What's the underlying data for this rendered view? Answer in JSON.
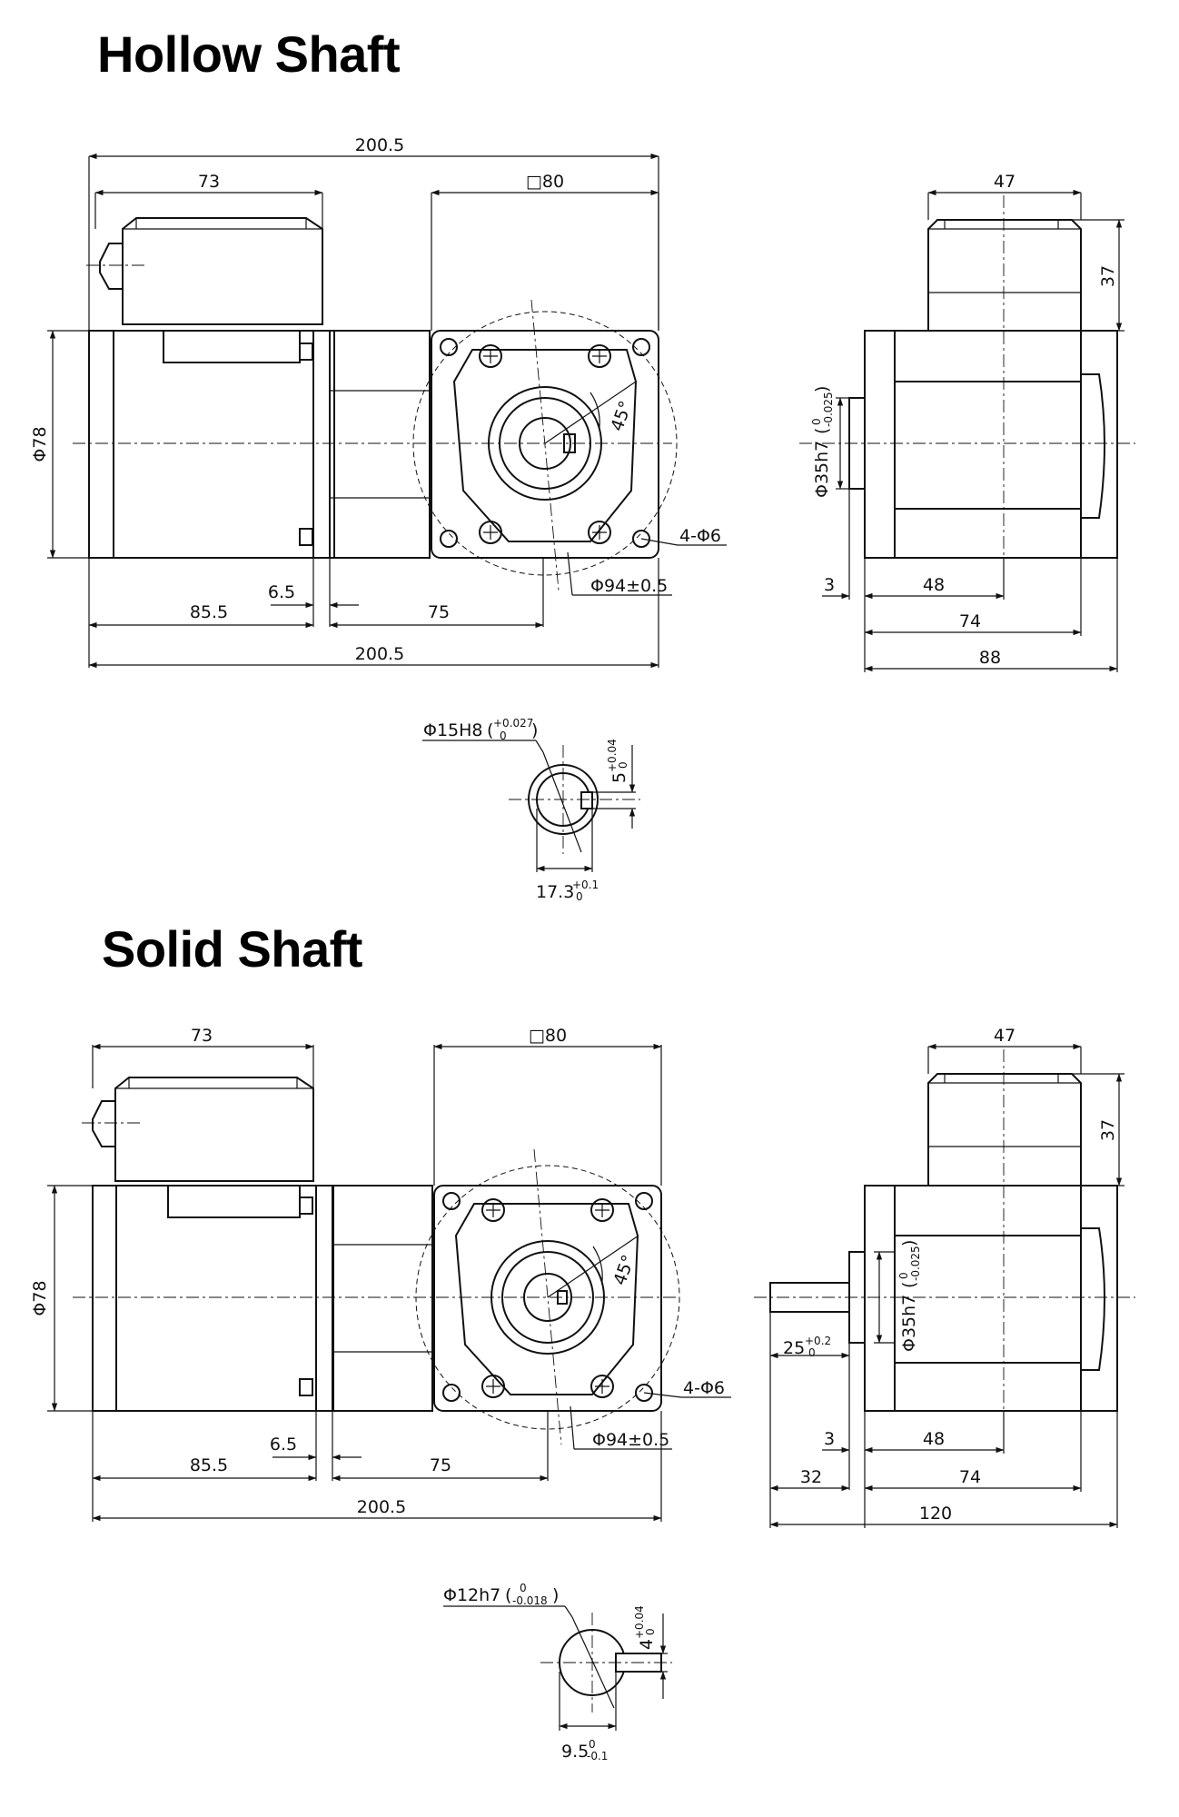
{
  "sections": {
    "hollow_title": "Hollow Shaft",
    "solid_title": "Solid Shaft"
  },
  "hollow": {
    "overall_top": "200.5",
    "gearbox_top": "73",
    "square": "□80",
    "diameter_motor": "Φ78",
    "angle": "45°",
    "holes": "4-Φ6",
    "pcd": "Φ94±0.5",
    "dim_flange": "6.5",
    "dim_motor": "85.5",
    "dim_gear": "75",
    "overall_bottom": "200.5",
    "side_top": "47",
    "side_height": "37",
    "side_bore": "Φ35h7",
    "side_bore_tol_upper": "0",
    "side_bore_tol_lower": "-0.025",
    "side_3": "3",
    "side_48": "48",
    "side_74": "74",
    "side_88": "88",
    "shaft_bore": "Φ15H8",
    "shaft_bore_tol_upper": "+0.027",
    "shaft_bore_tol_lower": "0",
    "key_width": "5",
    "key_width_tol_upper": "+0.04",
    "key_width_tol_lower": "0",
    "key_depth": "17.3",
    "key_depth_tol_upper": "+0.1",
    "key_depth_tol_lower": "0"
  },
  "solid": {
    "gearbox_top": "73",
    "square": "□80",
    "diameter_motor": "Φ78",
    "angle": "45°",
    "holes": "4-Φ6",
    "pcd": "Φ94±0.5",
    "dim_flange": "6.5",
    "dim_motor": "85.5",
    "dim_gear": "75",
    "overall_bottom": "200.5",
    "side_top": "47",
    "side_height": "37",
    "side_bore": "Φ35h7",
    "side_bore_tol_upper": "0",
    "side_bore_tol_lower": "-0.025",
    "side_shaft_len": "25",
    "side_shaft_len_tol_upper": "+0.2",
    "side_shaft_len_tol_lower": "0",
    "side_3": "3",
    "side_48": "48",
    "side_32": "32",
    "side_74": "74",
    "side_120": "120",
    "shaft_dia": "Φ12h7",
    "shaft_dia_tol_upper": "0",
    "shaft_dia_tol_lower": "-0.018",
    "key_width": "4",
    "key_width_tol_upper": "+0.04",
    "key_width_tol_lower": "0",
    "key_depth": "9.5",
    "key_depth_tol_upper": "0",
    "key_depth_tol_lower": "-0.1"
  }
}
